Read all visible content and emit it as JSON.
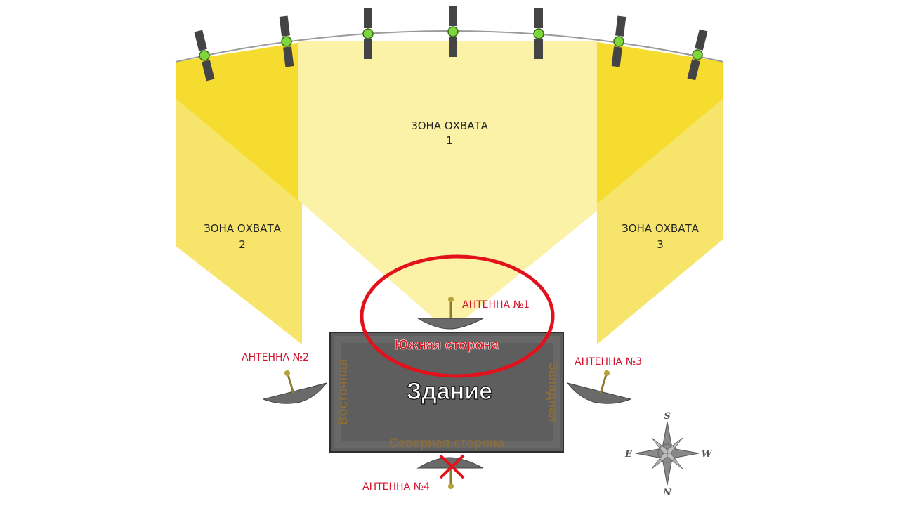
{
  "zones": [
    {
      "title": "ЗОНА ОХВАТА",
      "number": "1"
    },
    {
      "title": "ЗОНА ОХВАТА",
      "number": "2"
    },
    {
      "title": "ЗОНА ОХВАТА",
      "number": "3"
    }
  ],
  "antennas": [
    {
      "label": "АНТЕННА №1"
    },
    {
      "label": "АНТЕННА №2"
    },
    {
      "label": "АНТЕННА №3"
    },
    {
      "label": "АНТЕННА №4"
    }
  ],
  "building": {
    "title": "Здание",
    "south": "Южная сторона",
    "north": "Северная сторона",
    "east": "Восточная",
    "west": "Западная"
  },
  "compass": {
    "n": "S",
    "s": "N",
    "e": "W",
    "w": "E"
  },
  "colors": {
    "zone_light": "#fbf2a8",
    "zone_mid": "#f6e56a",
    "zone_strong": "#f7dc30",
    "building": "#5e5e5e",
    "highlight": "#e3111b",
    "satellite_dot": "#7dd63b",
    "label_red": "#d3122c"
  }
}
